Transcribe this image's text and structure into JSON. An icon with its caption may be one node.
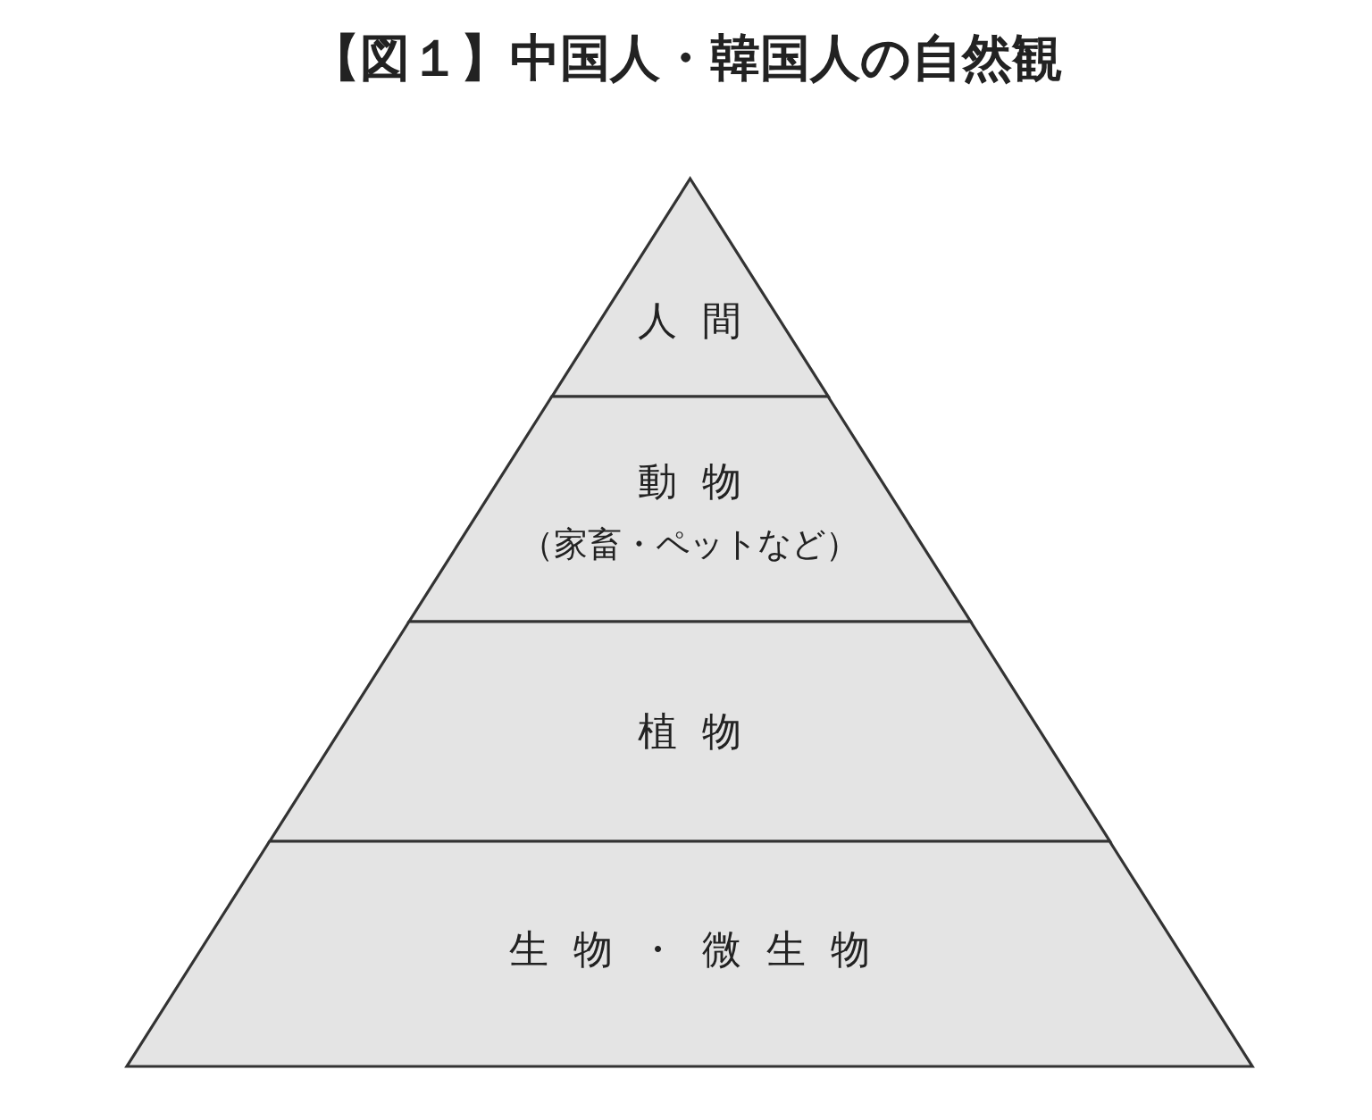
{
  "diagram": {
    "title": "【図１】中国人・韓国人の自然観",
    "nodes": [
      {
        "text": [
          "人間"
        ]
      },
      {
        "text": [
          "動物",
          "（家畜・ペットなど）"
        ]
      },
      {
        "text": [
          "植物"
        ]
      },
      {
        "text": [
          "生物・微生物"
        ]
      }
    ]
  }
}
